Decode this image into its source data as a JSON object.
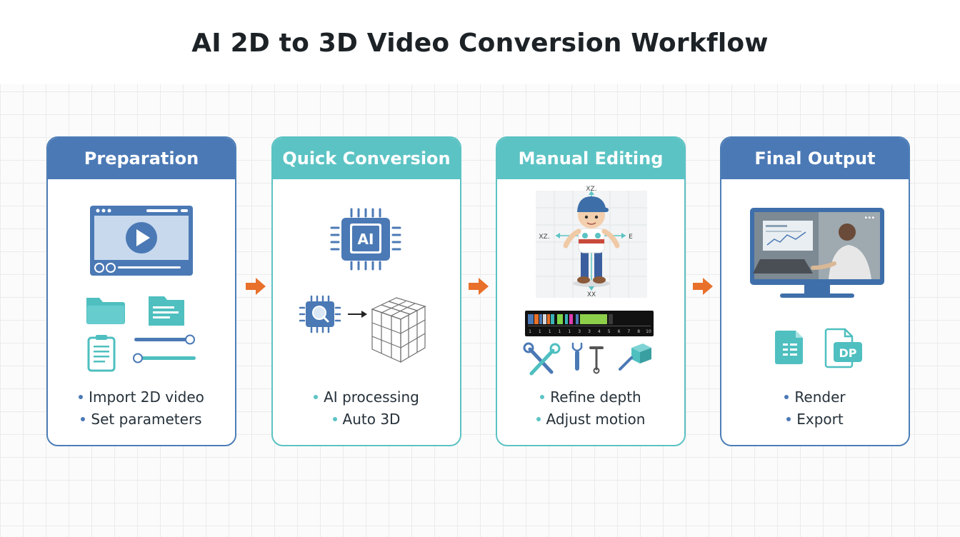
{
  "title": "AI 2D to 3D Video Conversion Workflow",
  "colors": {
    "blue": "#4b79b5",
    "teal": "#5cc3c4",
    "arrow": "#e8702a",
    "icon_teal": "#4fbfc0"
  },
  "steps": [
    {
      "title": "Preparation",
      "theme": "blue",
      "icons": [
        "video-player-icon",
        "folder-icon",
        "document-icon",
        "clipboard-icon",
        "slider-icon"
      ],
      "bullets": [
        "Import 2D video",
        "Set parameters"
      ]
    },
    {
      "title": "Quick Conversion",
      "theme": "teal",
      "icons": [
        "ai-chip-icon",
        "chip-scan-icon",
        "arrow-right-icon",
        "3d-grid-cube-icon"
      ],
      "chip_label": "AI",
      "bullets": [
        "AI processing",
        "Auto 3D"
      ]
    },
    {
      "title": "Manual Editing",
      "theme": "teal",
      "icons": [
        "3d-character-icon",
        "timeline-icon",
        "wrench-screwdriver-icon",
        "screwdriver-icon",
        "wrench-icon",
        "sculpt-tool-icon"
      ],
      "axis_labels": [
        "XZ.",
        "XZ.",
        "E",
        "XX"
      ],
      "timeline_ticks": [
        "1",
        "1",
        "1",
        "1",
        "1",
        "3",
        "3",
        "4",
        "5",
        "6",
        "7",
        "8",
        "10"
      ],
      "bullets": [
        "Refine depth",
        "Adjust motion"
      ]
    },
    {
      "title": "Final Output",
      "theme": "blue",
      "icons": [
        "monitor-icon",
        "spreadsheet-file-icon",
        "dp-file-icon"
      ],
      "file_label": "DP",
      "bullets": [
        "Render",
        "Export"
      ]
    }
  ]
}
